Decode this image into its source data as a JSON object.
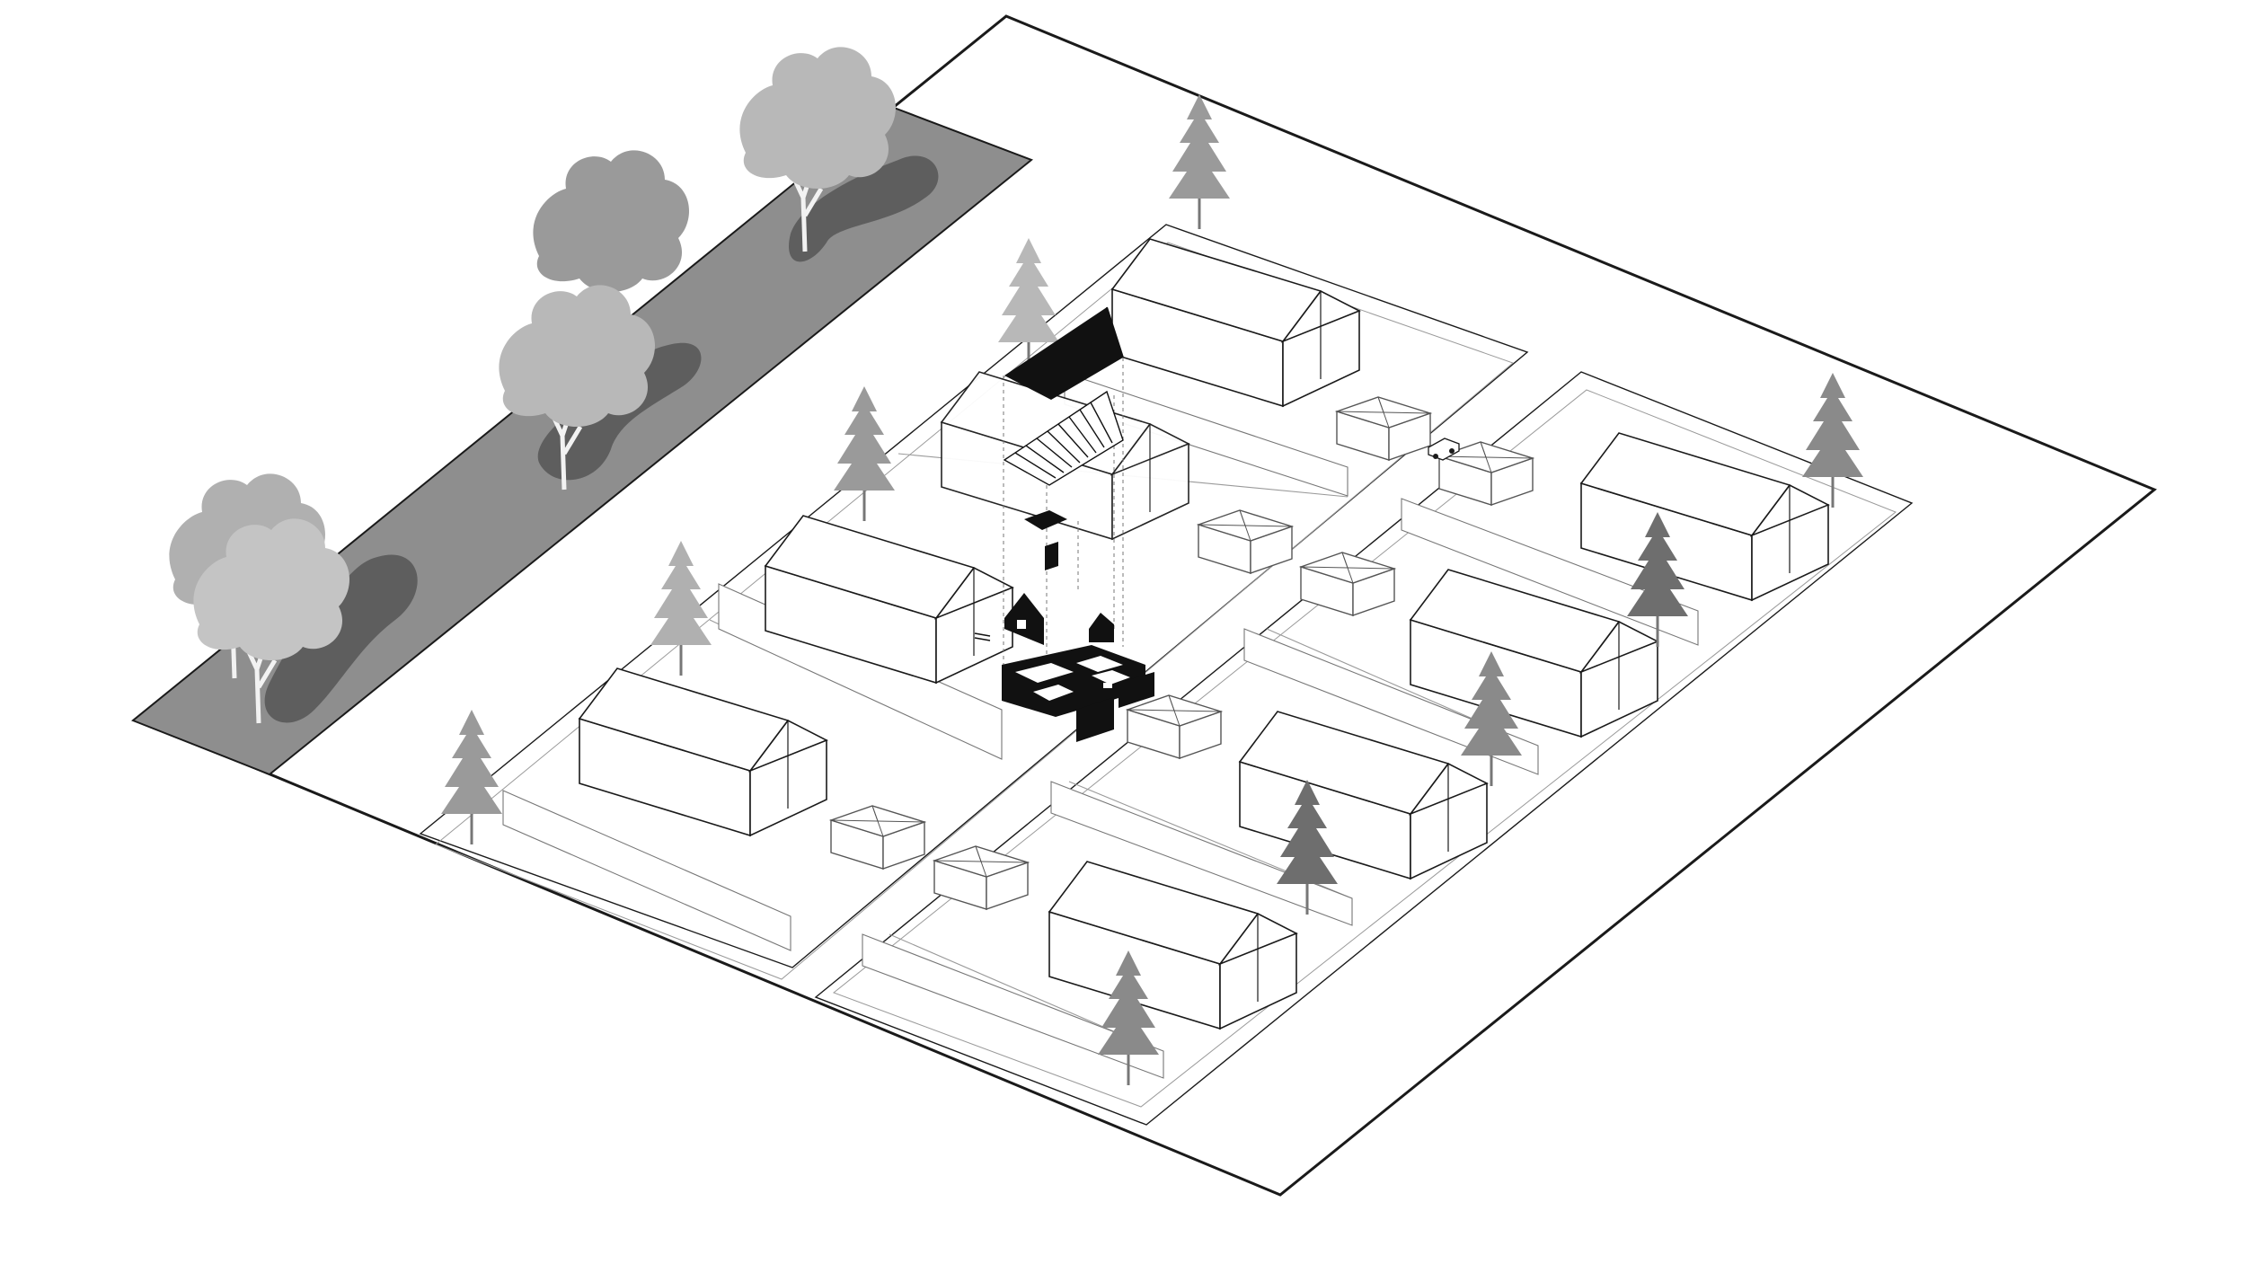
{
  "diagram": {
    "style": "isometric axonometric site diagram, black line on white",
    "colors": {
      "background": "#ffffff",
      "line": "#1a1a1a",
      "light_line": "#8a8a8a",
      "park_strip": "#8e8e8e",
      "tree_shadow": "#5e5e5e",
      "canopy_light": "#b8b8b8",
      "canopy_mid": "#9a9a9a",
      "canopy_dark": "#777777",
      "highlight": "#111111"
    },
    "elements": {
      "site_plot": "site-plot",
      "park_strip": "park-strip",
      "houses": "neighbor-house",
      "garages": "garage",
      "street_trees": "street-tree",
      "park_trees": "park-tree",
      "exploded_house": "exploded-house-model",
      "car": "car"
    }
  }
}
